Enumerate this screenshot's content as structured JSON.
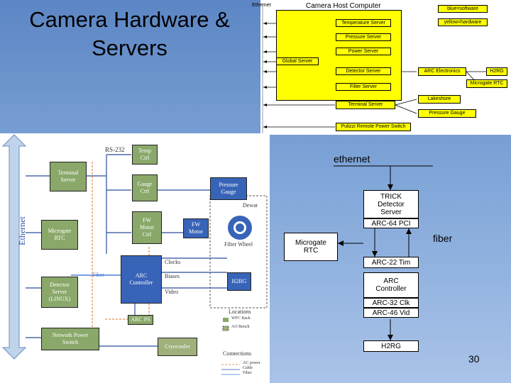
{
  "slide": {
    "title": "Camera Hardware &\nServers",
    "page_number": "30"
  },
  "host_panel": {
    "ethernet_label": "Ethernet",
    "host_title": "Camera Host Computer",
    "servers": [
      "Temperature Server",
      "Pressure Server",
      "Power Server",
      "Global Server",
      "Detector Server",
      "Filter Server"
    ],
    "terminal_server": "Terminal Server",
    "pulizzi": "Pulizzi Remote Power Switch",
    "legend": [
      "blue=software",
      "yellow=hardware"
    ],
    "hardware": [
      "ARC Electronics",
      "H2RG",
      "Microgate RTC",
      "Lakeshore",
      "Pressure Gauge"
    ]
  },
  "sys_diagram": {
    "ethernet": "Ethernet",
    "rs232": "RS-232",
    "boxes": {
      "temp_ctrl": "Temp\nCtrl",
      "terminal_server": "Terminal\nServer",
      "gauge_ctrl": "Gauge\nCtrl",
      "pressure_gauge": "Pressure\nGauge",
      "dewar": "Dewar",
      "microgate_rtc": "Microgate\nRTC",
      "fw_motor_ctrl": "FW\nMotor\nCtrl",
      "fw_motor": "FW\nMotor",
      "filter_wheel": "Filter Wheel",
      "clocks": "Clocks",
      "biases": "Biases",
      "video": "Video",
      "fiber": "Fiber",
      "arc_controller": "ARC\nController",
      "h2rg": "H2RG",
      "detector_server": "Detector\nServer\n(LINUX)",
      "arc_ps": "ARC PS",
      "network_power_switch": "Network Power\nSwitch",
      "cryocooler": "Cryocooler"
    },
    "locations_title": "Locations",
    "locations": [
      "WFC Rack",
      "AO Bench"
    ],
    "connections_title": "Connections",
    "connections": [
      "AC power",
      "Cable",
      "Fiber"
    ]
  },
  "detector_chain": {
    "ethernet": "ethernet",
    "trick": "TRICK\nDetector\nServer",
    "arc64": "ARC-64 PCI",
    "fiber": "fiber",
    "microgate": "Microgate\nRTC",
    "arc22": "ARC-22 Tim",
    "arc_controller": "ARC\nController",
    "arc32": "ARC-32 Clk",
    "arc46": "ARC-46 Vid",
    "h2rg": "H2RG"
  }
}
